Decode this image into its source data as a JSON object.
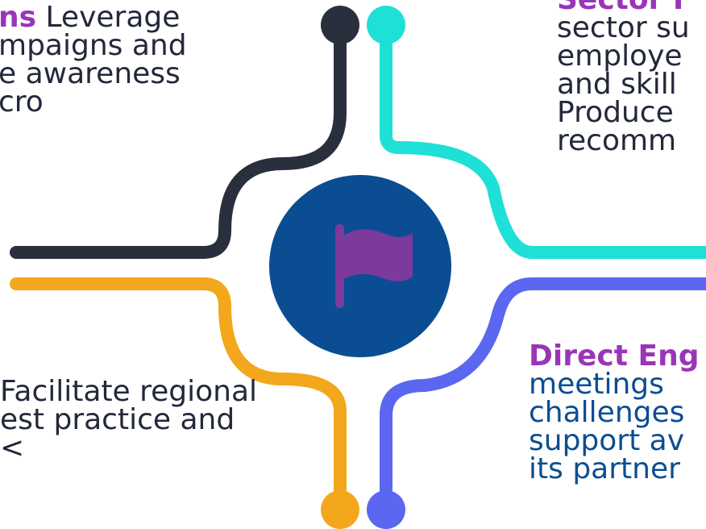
{
  "colors": {
    "dark": "#2a2f3e",
    "teal": "#1fe0d6",
    "orange": "#f2a71d",
    "blue": "#5b67f0",
    "circle": "#0b4d92",
    "flag": "#7b3a9c",
    "heading": "#9a35b8",
    "body_text": "#23283a",
    "blue_text": "#0b4d92"
  },
  "center": {
    "icon": "flag-icon"
  },
  "blocks": {
    "top_left": {
      "heading": "ns",
      "lines": [
        " Leverage",
        "mpaigns and",
        "e awareness",
        "cro"
      ]
    },
    "top_right": {
      "heading": "Sector F",
      "lines": [
        "sector su",
        "employe",
        "and skill",
        "Produce",
        "recomm"
      ]
    },
    "bottom_left": {
      "lines": [
        "Facilitate regional",
        "est practice and",
        "<"
      ]
    },
    "bottom_right": {
      "heading": "Direct Eng",
      "lines": [
        "meetings",
        "challenges",
        "support av",
        "its partner"
      ]
    }
  }
}
